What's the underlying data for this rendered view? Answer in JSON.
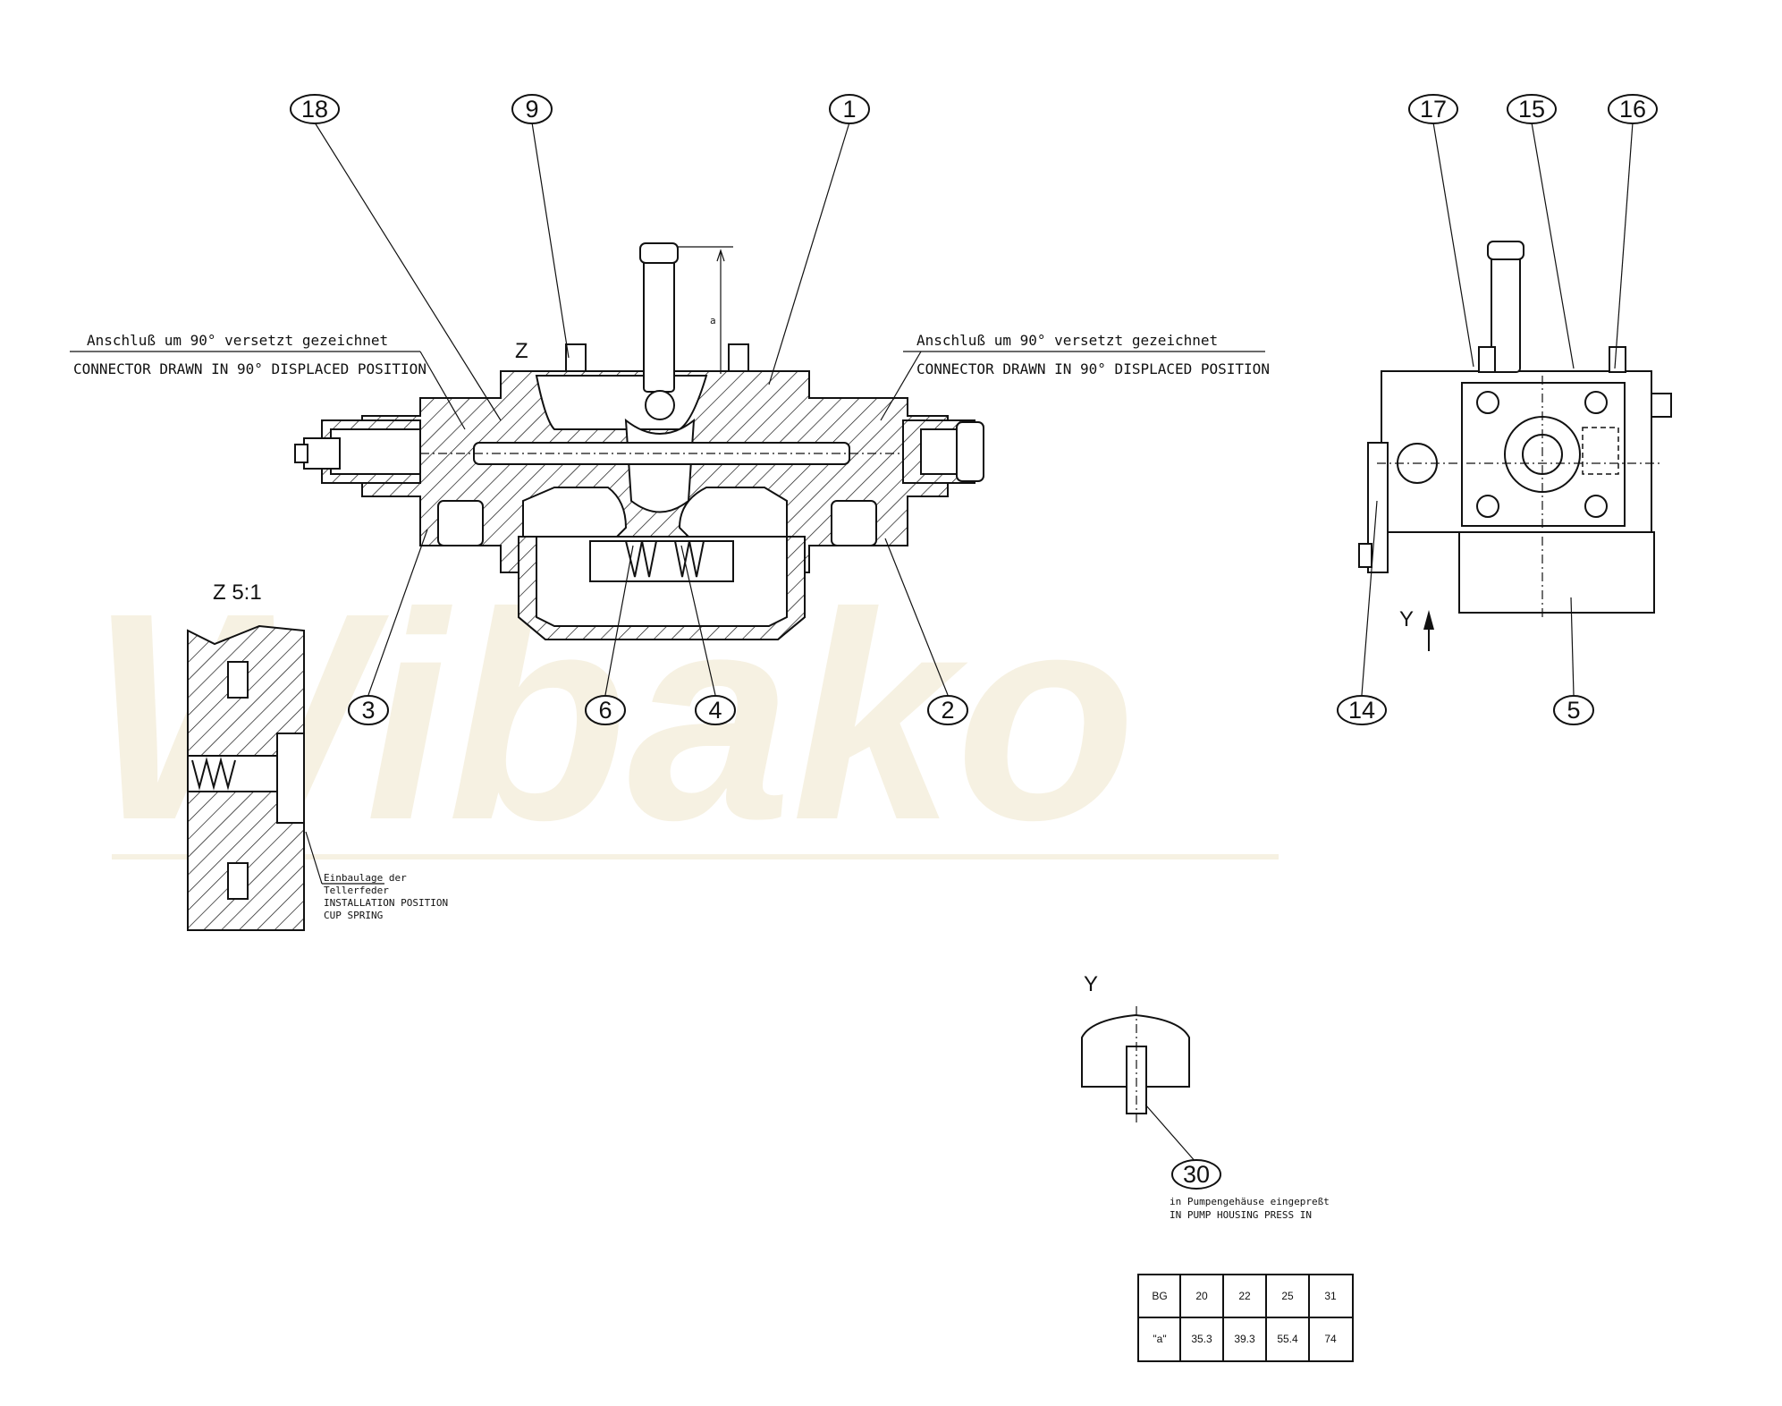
{
  "watermark": {
    "text": "Wibako",
    "color": "#f6f1e2"
  },
  "notes": {
    "left_de": "Anschluß um 90° versetzt gezeichnet",
    "left_en": "CONNECTOR DRAWN IN 90° DISPLACED POSITION",
    "right_de": "Anschluß um 90° versetzt gezeichnet",
    "right_en": "CONNECTOR DRAWN IN 90° DISPLACED POSITION",
    "detail_de_1": "Einbaulage der",
    "detail_de_2": "Tellerfeder",
    "detail_en_1": "INSTALLATION POSITION",
    "detail_en_2": "CUP SPRING",
    "pin_de": "in Pumpengehäuse eingepreßt",
    "pin_en": "IN PUMP HOUSING PRESS IN"
  },
  "views": {
    "z": "Z",
    "z_detail": "Z 5:1",
    "y_arrow": "Y",
    "y_view": "Y",
    "dim_a": "a"
  },
  "callouts": {
    "c18": "18",
    "c9": "9",
    "c1": "1",
    "c17": "17",
    "c15": "15",
    "c16": "16",
    "c3": "3",
    "c6": "6",
    "c4": "4",
    "c2": "2",
    "c14": "14",
    "c5": "5",
    "c30": "30"
  },
  "table": {
    "row1": [
      "BG",
      "20",
      "22",
      "25",
      "31"
    ],
    "row2": [
      "\"a\"",
      "35.3",
      "39.3",
      "55.4",
      "74"
    ]
  }
}
